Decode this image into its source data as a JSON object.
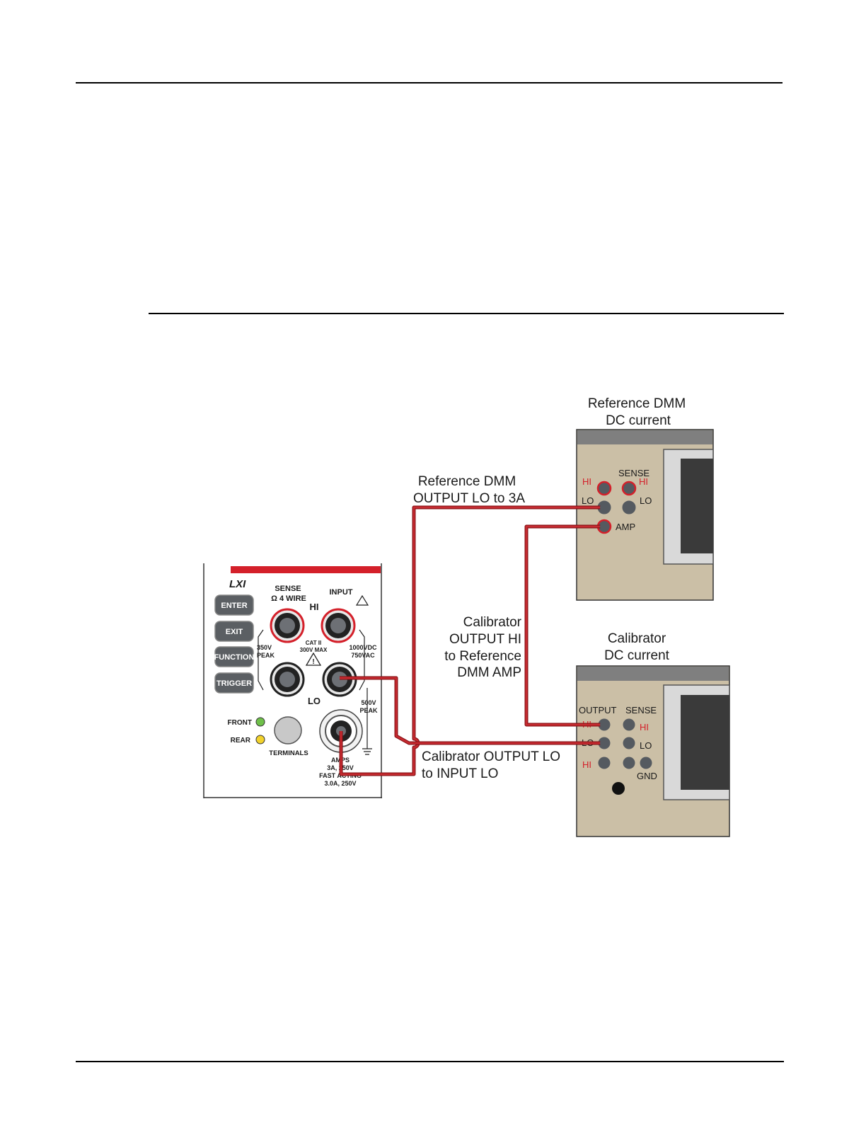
{
  "labels": {
    "ref_title_1": "Reference DMM",
    "ref_title_2": "DC current",
    "cal_title_1": "Calibrator",
    "cal_title_2": "DC current",
    "wire1_1": "Reference DMM",
    "wire1_2": "OUTPUT LO to 3A",
    "wire2_1": "Calibrator",
    "wire2_2": "OUTPUT HI",
    "wire2_3": "to Reference",
    "wire2_4": "DMM AMP",
    "wire3_1": "Calibrator OUTPUT LO",
    "wire3_2": "to INPUT LO"
  },
  "ref_dmm": {
    "hi": "HI",
    "sense": "SENSE",
    "sense_hi": "HI",
    "lo": "LO",
    "sense_lo": "LO",
    "amp": "AMP"
  },
  "calibrator": {
    "output": "OUTPUT",
    "sense": "SENSE",
    "hi": "HI",
    "sense_hi": "HI",
    "lo": "LO",
    "sense_lo": "LO",
    "hi2": "HI",
    "gnd": "GND"
  },
  "front_panel": {
    "logo": "LXI",
    "enter": "ENTER",
    "exit": "EXIT",
    "function": "FUNCTION",
    "trigger": "TRIGGER",
    "sense_1": "SENSE",
    "sense_2": "Ω 4 WIRE",
    "input": "INPUT",
    "hi": "HI",
    "lo": "LO",
    "v350_1": "350V",
    "v350_2": "PEAK",
    "cat_1": "CAT II",
    "cat_2": "300V MAX",
    "v1000_1": "1000VDC",
    "v1000_2": "750VAC",
    "v500_1": "500V",
    "v500_2": "PEAK",
    "front": "FRONT",
    "rear": "REAR",
    "terminals": "TERMINALS",
    "amps_1": "AMPS",
    "amps_2": "3A, 250V",
    "amps_3": "FAST ACTING",
    "amps_4": "3.0A, 250V"
  },
  "colors": {
    "wire": "#b21f24",
    "panel_red": "#d4202a",
    "instrument_body": "#cbbfa6",
    "instrument_top": "#7f7f7f",
    "display": "#3a3a3a",
    "terminal": "#555a60"
  }
}
